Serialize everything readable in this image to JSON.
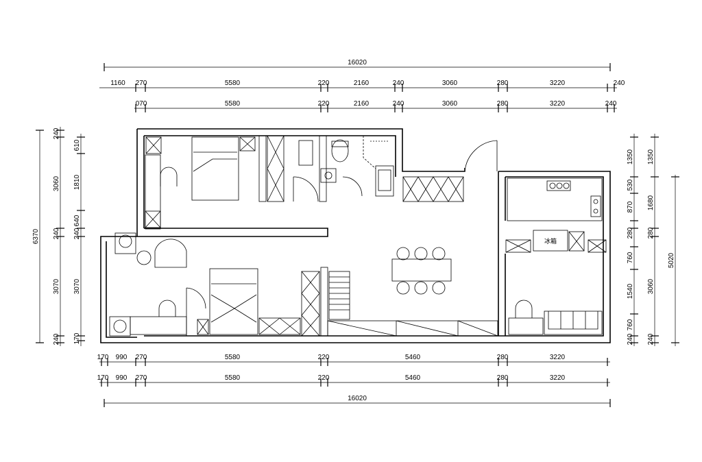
{
  "dimensions": {
    "top_total": "16020",
    "top_row1": [
      "1160",
      "270",
      "5580",
      "220",
      "2160",
      "240",
      "3060",
      "280",
      "3220",
      "240"
    ],
    "top_row2": [
      "070",
      "5580",
      "220",
      "2160",
      "240",
      "3060",
      "280",
      "3220",
      "240"
    ],
    "bottom_row1": [
      "170",
      "990",
      "270",
      "5580",
      "220",
      "5460",
      "280",
      "3220"
    ],
    "bottom_row2": [
      "170",
      "990",
      "270",
      "5580",
      "220",
      "5460",
      "280",
      "3220"
    ],
    "bottom_total": "16020",
    "left_total": "6370",
    "left_outer": [
      "240",
      "3060",
      "240",
      "3070",
      "240"
    ],
    "left_inner": [
      "610",
      "1810",
      "640",
      "240",
      "3070",
      "170"
    ],
    "right_inner": [
      "1350",
      "530",
      "870",
      "280",
      "760",
      "1540",
      "760",
      "240"
    ],
    "right_mid": [
      "1350",
      "1680",
      "280",
      "3060",
      "240"
    ],
    "right_total": "5020"
  },
  "labels": {
    "fridge": "冰箱"
  }
}
